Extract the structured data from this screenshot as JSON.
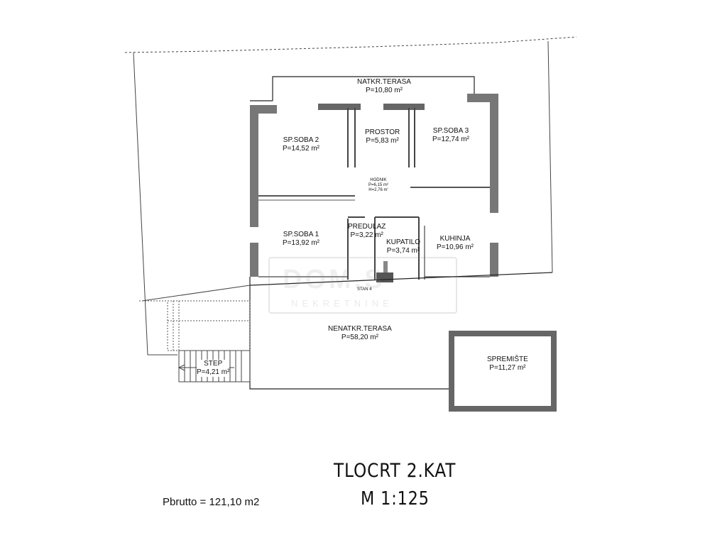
{
  "rooms": {
    "natkr_terasa": {
      "name": "NATKR.TERASA",
      "area": "P=10,80 m²"
    },
    "sp_soba_2": {
      "name": "SP.SOBA 2",
      "area": "P=14,52 m²"
    },
    "prostor": {
      "name": "PROSTOR",
      "area": "P=5,83 m²"
    },
    "sp_soba_3": {
      "name": "SP.SOBA 3",
      "area": "P=12,74 m²"
    },
    "hodnik": {
      "name": "HODNIK",
      "area": "P=6,15 m²",
      "height": "H=2,76 m'"
    },
    "sp_soba_1": {
      "name": "SP.SOBA 1",
      "area": "P=13,92 m²"
    },
    "predulaz": {
      "name": "PREDULAZ",
      "area": "P=3,22 m²"
    },
    "kupatilo": {
      "name": "KUPATILO",
      "area": "P=3,74 m²"
    },
    "kuhinja": {
      "name": "KUHINJA",
      "area": "P=10,96 m²"
    },
    "nenatkr_terasa": {
      "name": "NENATKR.TERASA",
      "area": "P=58,20 m²"
    },
    "spremiste": {
      "name": "SPREMIŠTE",
      "area": "P=11,27 m²"
    },
    "step": {
      "name": "STEP",
      "area": "P=4,21 m²"
    }
  },
  "unit_label": "STAN 4",
  "watermark": {
    "text": "DOM.S",
    "subtext": "NEKRETNINE"
  },
  "title": "TLOCRT 2.KAT",
  "scale": "M 1:125",
  "gross_area": "Pbrutto = 121,10 m2"
}
